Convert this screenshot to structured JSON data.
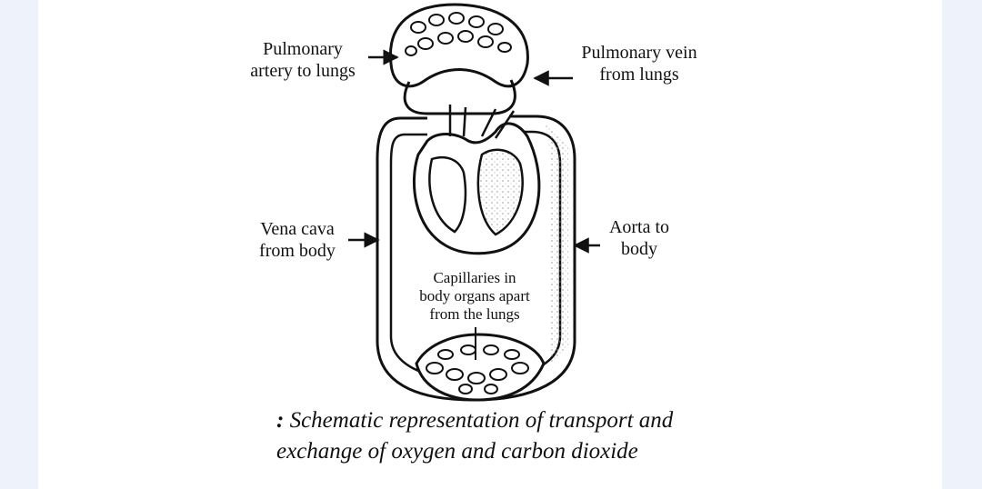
{
  "labels": {
    "pulmonary_artery": [
      "Pulmonary",
      "artery to lungs"
    ],
    "pulmonary_vein": [
      "Pulmonary vein",
      "from lungs"
    ],
    "vena_cava": [
      "Vena cava",
      "from body"
    ],
    "aorta": [
      "Aorta to",
      "body"
    ],
    "capillaries": [
      "Capillaries in",
      "body organs apart",
      "from the lungs"
    ]
  },
  "caption": {
    "prefix": ":",
    "line1": "Schematic representation of transport and",
    "line2": "exchange of oxygen and carbon dioxide"
  }
}
